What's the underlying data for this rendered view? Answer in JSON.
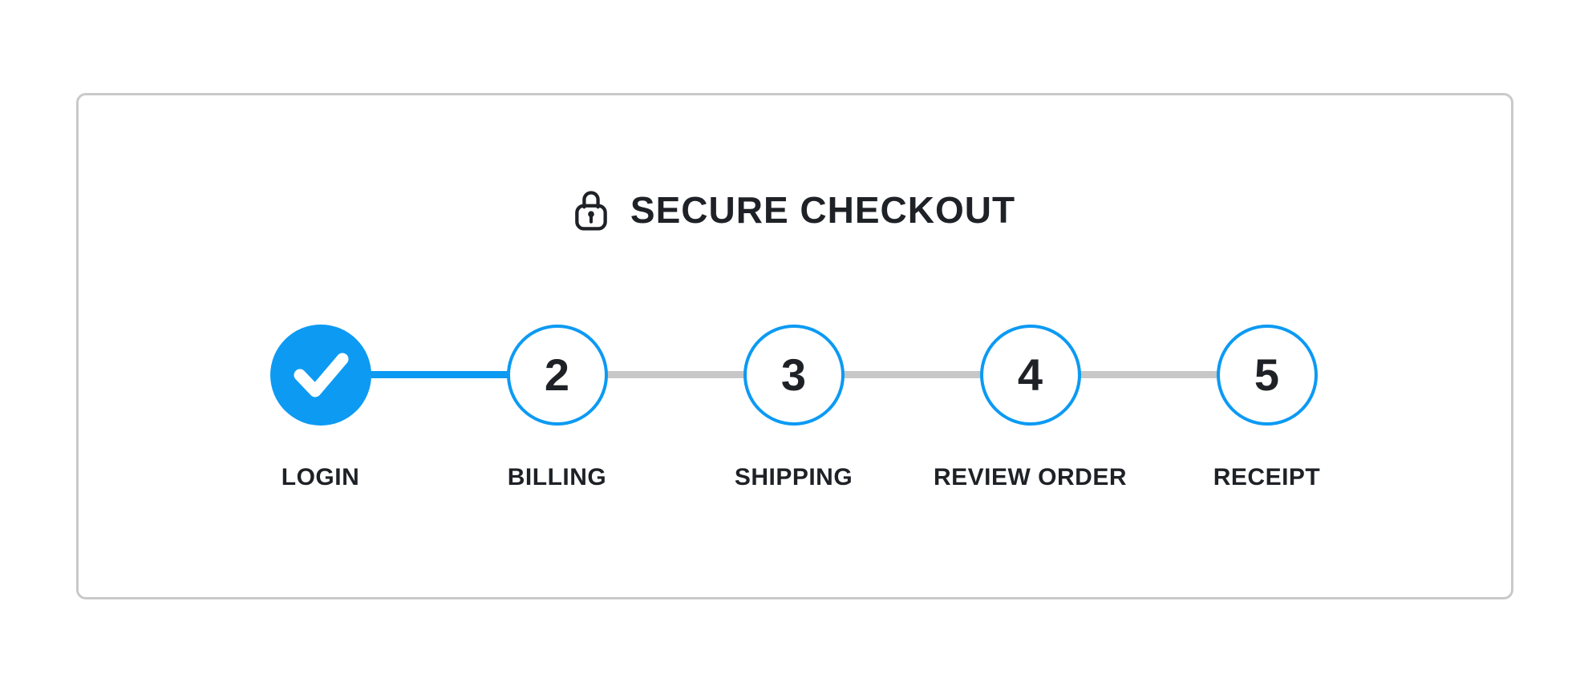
{
  "header": {
    "title": "SECURE CHECKOUT",
    "icon": "lock-icon"
  },
  "stepper": {
    "steps": [
      {
        "label": "LOGIN",
        "status": "complete",
        "icon": "check-icon"
      },
      {
        "label": "BILLING",
        "status": "upcoming",
        "number": "2"
      },
      {
        "label": "SHIPPING",
        "status": "upcoming",
        "number": "3"
      },
      {
        "label": "REVIEW ORDER",
        "status": "upcoming",
        "number": "4"
      },
      {
        "label": "RECEIPT",
        "status": "upcoming",
        "number": "5"
      }
    ],
    "connectors": [
      "complete",
      "upcoming",
      "upcoming",
      "upcoming"
    ]
  },
  "colors": {
    "accent_blue": "#0c9af3",
    "connector_gray": "#c7c7c7",
    "card_border": "#c9c9c9",
    "text_dark": "#1e2126",
    "background": "#ffffff",
    "check_white": "#ffffff"
  }
}
